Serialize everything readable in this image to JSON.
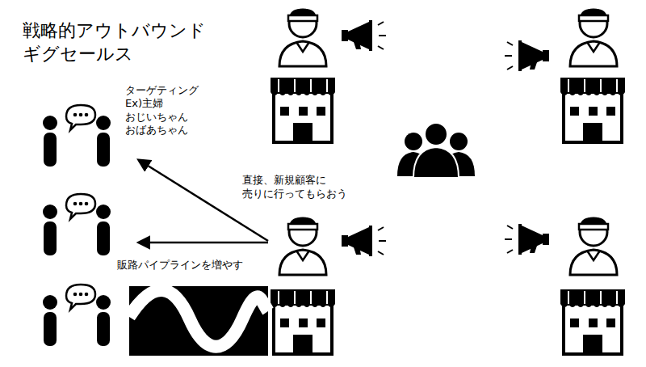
{
  "diagram": {
    "title": "戦略的アウトバウンド ギグセールス",
    "labels": [
      "ターゲティング Ex)主婦 おじいちゃん おばあちゃん",
      "直接、新規顧客に 売りに行ってもらおう",
      "販路パイプラインを増やす"
    ]
  }
}
